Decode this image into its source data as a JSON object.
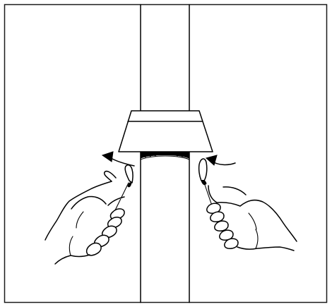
{
  "illustration": {
    "subject": "two-hands-applying-sealant-swabs-under-flared-collar-on-vertical-pipe",
    "colors": {
      "ink": "#000000",
      "paper": "#ffffff",
      "border": "#1a1a1a"
    },
    "parts": [
      "outer-border",
      "vertical-pipe",
      "flared-collar",
      "sealant-bead",
      "left-motion-arrow",
      "right-motion-arrow",
      "left-hand",
      "right-hand",
      "left-swab",
      "right-swab"
    ]
  }
}
